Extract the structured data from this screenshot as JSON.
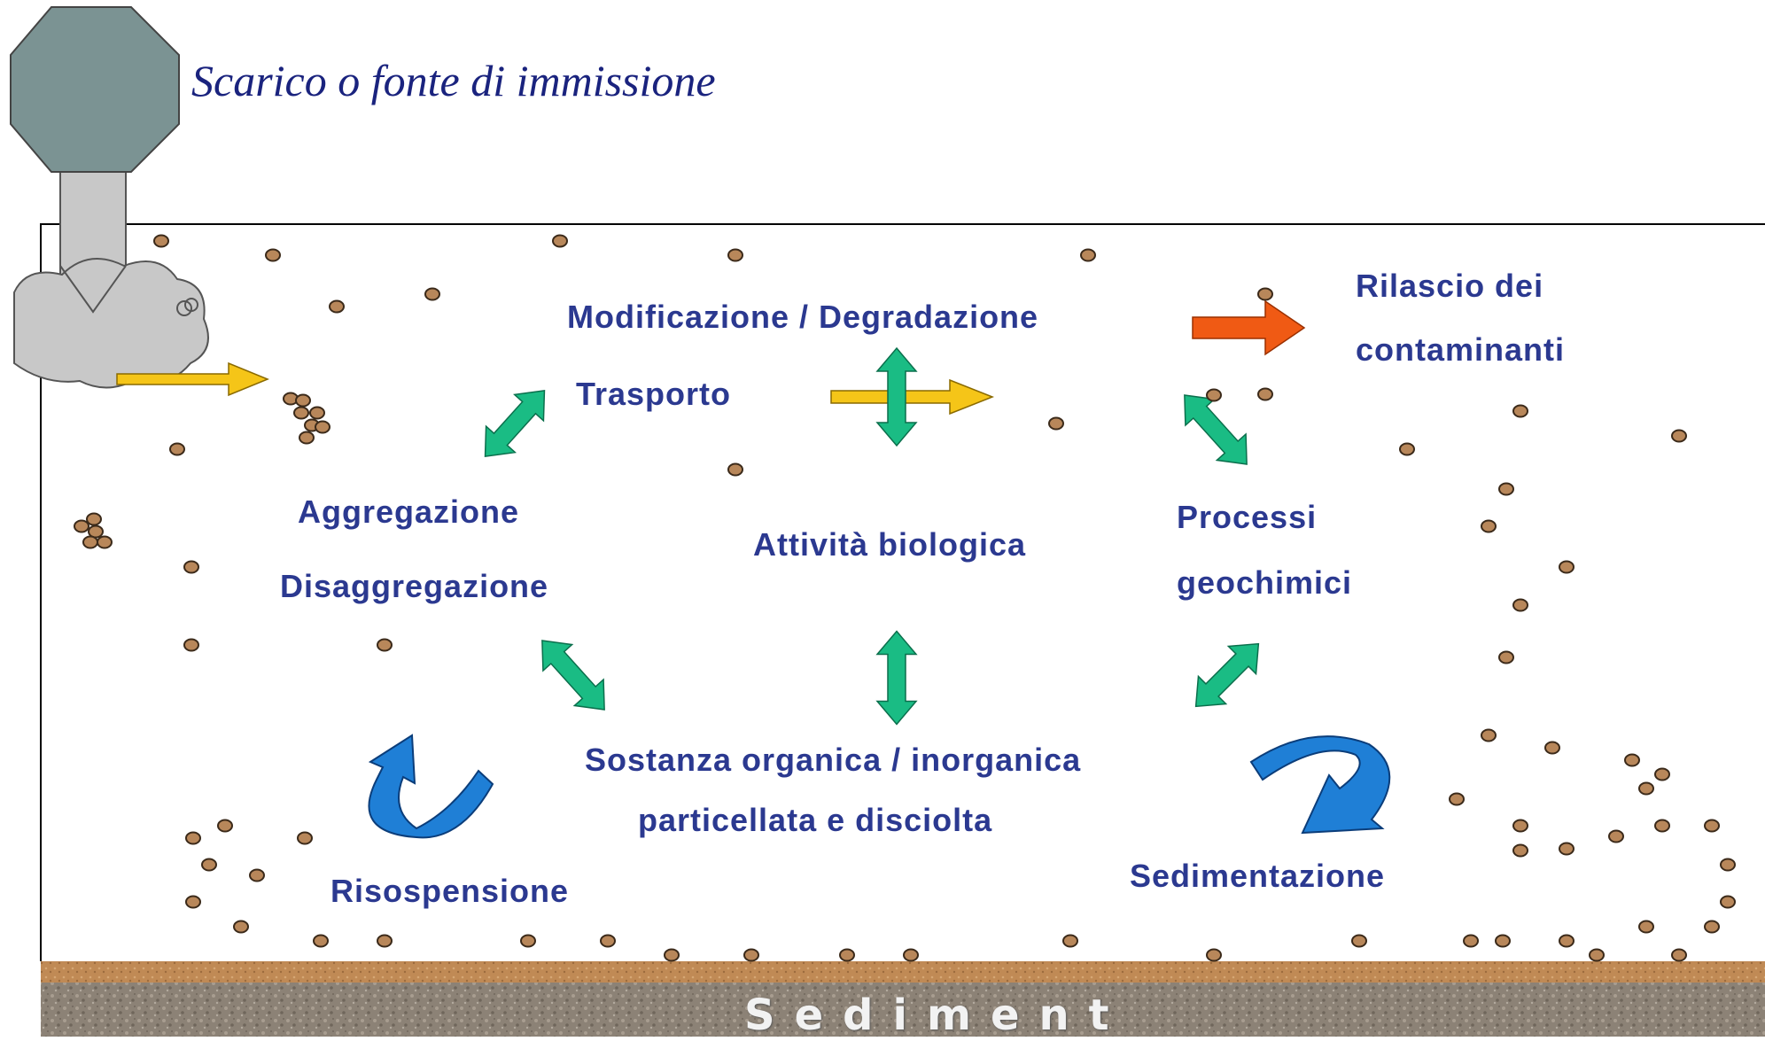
{
  "title": "Scarico o fonte di immissione",
  "labels": {
    "modificazione": "Modificazione  /  Degradazione",
    "rilascio_line1": "Rilascio  dei",
    "rilascio_line2": "contaminanti",
    "trasporto": "Trasporto",
    "aggregazione": "Aggregazione",
    "disaggregazione": "Disaggregazione",
    "attivita": "Attività  biologica",
    "processi_line1": "Processi",
    "processi_line2": "geochimici",
    "sostanza_line1": "Sostanza  organica  /  inorganica",
    "sostanza_line2": "particellata  e   disciolta",
    "risospensione": "Risospensione",
    "sedimentazione": "Sedimentazione"
  },
  "sediment_label": "Sediment",
  "colors": {
    "text": "#2b3990",
    "title": "#1a237e",
    "green_arrow": "#1abc84",
    "yellow_arrow": "#f5c518",
    "orange_arrow": "#f05a14",
    "blue_arrow": "#1f7fd6",
    "octagon": "#7b9393",
    "pipe": "#c8c8c8",
    "particle": "#b8875a",
    "sediment_top": "#c08a55",
    "sediment": "#8c8276"
  },
  "icons": [
    "octagon-source-icon",
    "discharge-pipe-icon",
    "discharge-cloud-icon"
  ]
}
